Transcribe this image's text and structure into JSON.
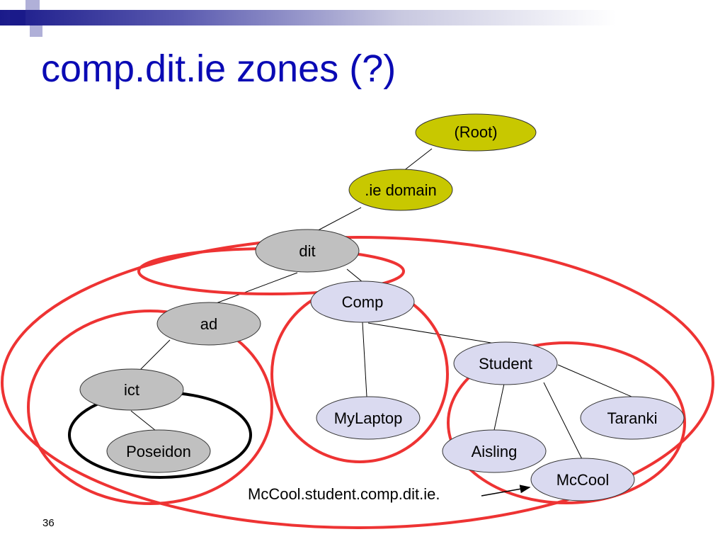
{
  "slide": {
    "title": "comp.dit.ie zones (?)",
    "number": "36"
  },
  "nodes": {
    "root": "(Root)",
    "ie": ".ie domain",
    "dit": "dit",
    "comp": "Comp",
    "ad": "ad",
    "ict": "ict",
    "poseidon": "Poseidon",
    "mylaptop": "MyLaptop",
    "student": "Student",
    "taranki": "Taranki",
    "aisling": "Aisling",
    "mccool": "McCool"
  },
  "annotation": {
    "fqdn": "McCool.student.comp.dit.ie."
  },
  "colors": {
    "title": "#0a0ab4",
    "top_nodes": "#c8c800",
    "gray_nodes": "#c0c0c0",
    "lavender_nodes": "#dadaf0",
    "zone_outline": "#ee3333",
    "highlight_outline": "#000000"
  }
}
